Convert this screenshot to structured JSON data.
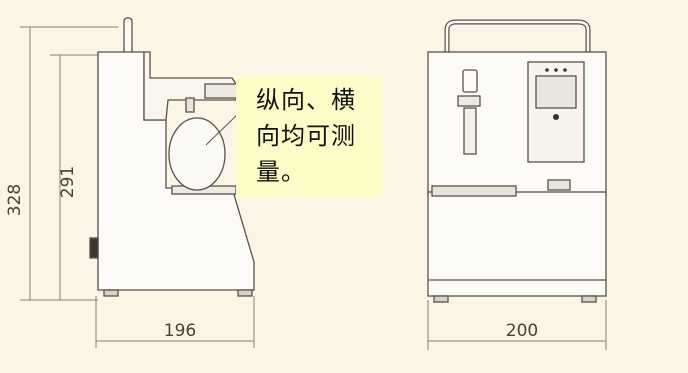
{
  "dimensions": {
    "total_height": "328",
    "body_height": "291",
    "side_width": "196",
    "front_width": "200"
  },
  "note": {
    "line1": "纵向、横",
    "line2": "向均可测",
    "line3": "量。"
  }
}
